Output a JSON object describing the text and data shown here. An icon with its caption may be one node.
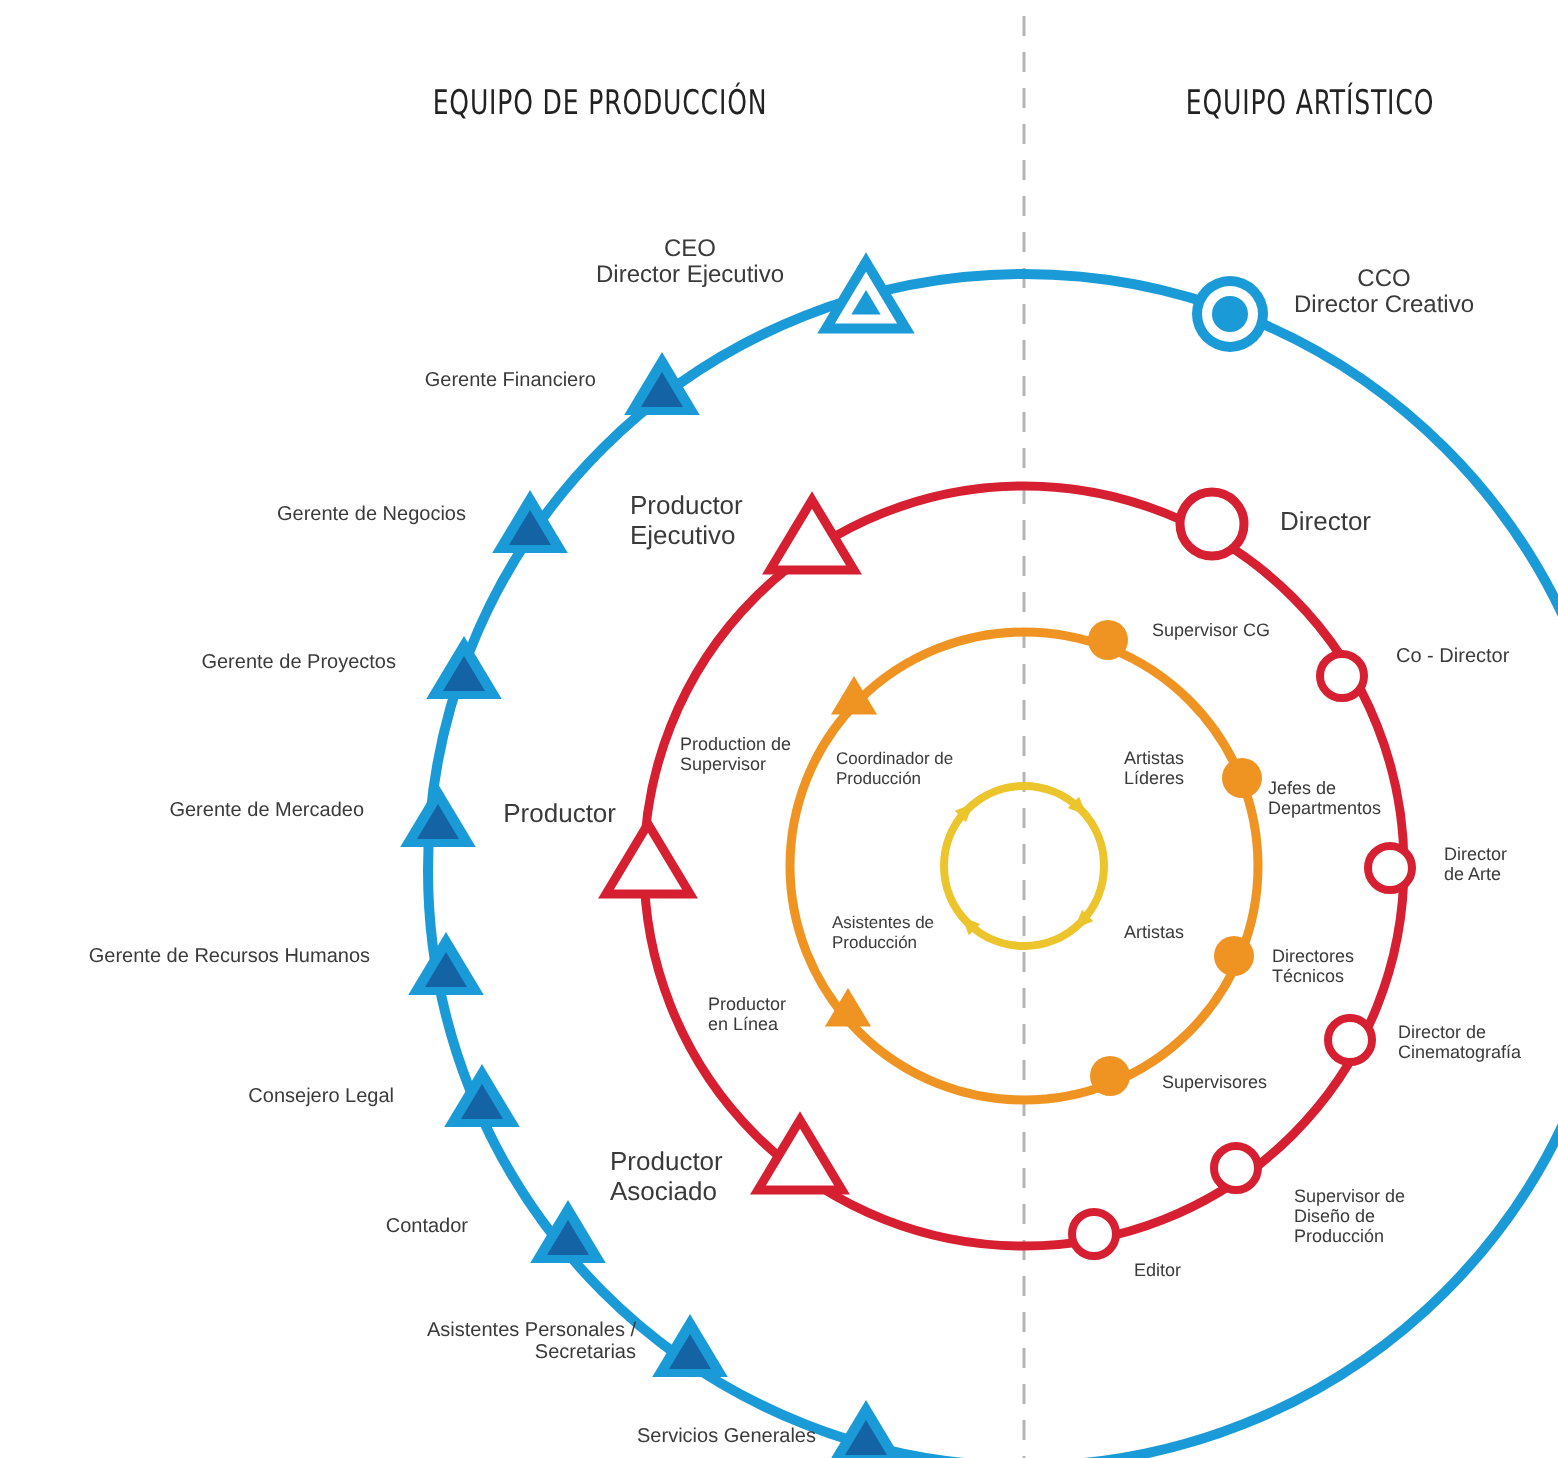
{
  "diagram": {
    "nodes": [
      {
        "text": [
          "CEO",
          "Director Ejecutivo"
        ]
      },
      {
        "text": [
          "Gerente Financiero"
        ]
      },
      {
        "text": [
          "Gerente de Negocios"
        ]
      },
      {
        "text": [
          "Gerente de Proyectos"
        ]
      },
      {
        "text": [
          "Gerente de Mercadeo"
        ]
      },
      {
        "text": [
          "Gerente de Recursos Humanos"
        ]
      },
      {
        "text": [
          "Consejero Legal"
        ]
      },
      {
        "text": [
          "Contador"
        ]
      },
      {
        "text": [
          "Asistentes Personales / Secretarias"
        ]
      },
      {
        "text": [
          "Servicios Generales"
        ]
      },
      {
        "text": [
          "CCO",
          "Director Creativo"
        ]
      },
      {
        "text": [
          "Productor Ejecutivo"
        ]
      },
      {
        "text": [
          "Productor"
        ]
      },
      {
        "text": [
          "Productor Asociado"
        ]
      },
      {
        "text": [
          "Director"
        ]
      },
      {
        "text": [
          "Co - Director"
        ]
      },
      {
        "text": [
          "Director de Arte"
        ]
      },
      {
        "text": [
          "Director de Cinematografía"
        ]
      },
      {
        "text": [
          "Supervisor de Diseño de Producción"
        ]
      },
      {
        "text": [
          "Editor"
        ]
      },
      {
        "text": [
          "Production de Supervisor"
        ]
      },
      {
        "text": [
          "Productor en Línea"
        ]
      },
      {
        "text": [
          "Supervisor CG"
        ]
      },
      {
        "text": [
          "Jefes de Departmentos"
        ]
      },
      {
        "text": [
          "Directores Técnicos"
        ]
      },
      {
        "text": [
          "Supervisores"
        ]
      }
    ],
    "labels": [
      "EQUIPO DE PRODUCCIÓN",
      "EQUIPO ARTÍSTICO",
      "Coordinador de Producción",
      "Artistas Líderes",
      "Asistentes de Producción",
      "Artistas"
    ]
  }
}
